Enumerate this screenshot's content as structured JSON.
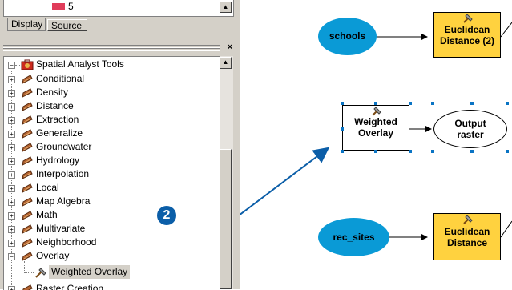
{
  "toc": {
    "legend_value": "5",
    "legend_color": "#e03c5a",
    "tabs": {
      "display": "Display",
      "source": "Source"
    }
  },
  "toolbox": {
    "root": "Spatial Analyst Tools",
    "toolsets": [
      {
        "label": "Conditional",
        "expanded": false
      },
      {
        "label": "Density",
        "expanded": false
      },
      {
        "label": "Distance",
        "expanded": false
      },
      {
        "label": "Extraction",
        "expanded": false
      },
      {
        "label": "Generalize",
        "expanded": false
      },
      {
        "label": "Groundwater",
        "expanded": false
      },
      {
        "label": "Hydrology",
        "expanded": false
      },
      {
        "label": "Interpolation",
        "expanded": false
      },
      {
        "label": "Local",
        "expanded": false
      },
      {
        "label": "Map Algebra",
        "expanded": false
      },
      {
        "label": "Math",
        "expanded": false
      },
      {
        "label": "Multivariate",
        "expanded": false
      },
      {
        "label": "Neighborhood",
        "expanded": false
      },
      {
        "label": "Overlay",
        "expanded": true
      }
    ],
    "selected_tool": "Weighted Overlay",
    "partial_next": "Raster Creation"
  },
  "diagram": {
    "schools": "schools",
    "euclid2_line1": "Euclidean",
    "euclid2_line2": "Distance (2)",
    "weighted_line1": "Weighted",
    "weighted_line2": "Overlay",
    "output_line1": "Output",
    "output_line2": "raster",
    "rec_sites": "rec_sites",
    "euclid_line1": "Euclidean",
    "euclid_line2": "Distance"
  },
  "callout": {
    "number": "2"
  },
  "colors": {
    "accent": "#0b5ea8",
    "data_ellipse": "#0a9ad6",
    "tool_box": "#ffd23f"
  }
}
